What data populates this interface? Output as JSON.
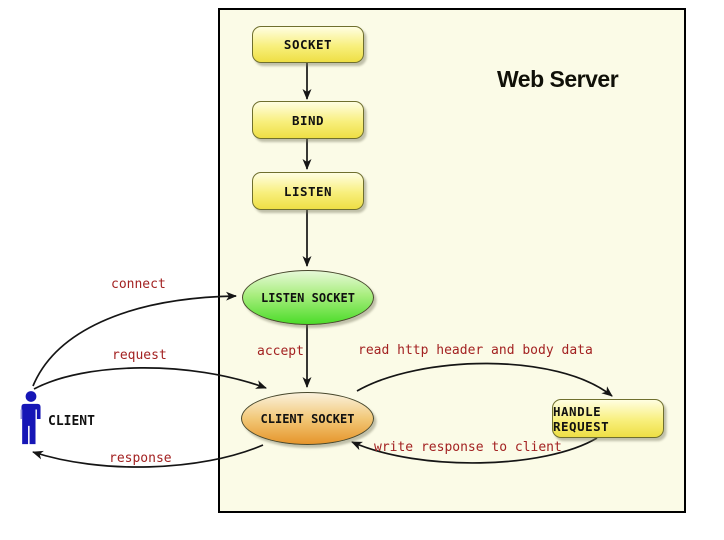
{
  "diagram": {
    "title": "Web Server",
    "client_label": "CLIENT",
    "nodes": {
      "socket": "SOCKET",
      "bind": "BIND",
      "listen": "LISTEN",
      "listen_socket": "LISTEN SOCKET",
      "client_socket": "CLIENT SOCKET",
      "handle_request": "HANDLE REQUEST"
    },
    "edge_labels": {
      "connect": "connect",
      "request": "request",
      "response": "response",
      "accept": "accept",
      "read": "read http header and body data",
      "write": "write response to client"
    },
    "colors": {
      "server_box_bg": "#FBFBE7",
      "server_box_border": "#000000",
      "node_yellow_top": "#FFFEE2",
      "node_yellow_bottom": "#EEDF45",
      "node_border": "#6F6F2E",
      "ellipse_green_top": "#E6F9D8",
      "ellipse_green_bottom": "#4CDC2A",
      "ellipse_orange_top": "#FAF1DC",
      "ellipse_orange_bottom": "#E6952B",
      "edge_label_red": "#A32222",
      "arrow_black": "#151515",
      "client_blue": "#1616B6"
    }
  }
}
